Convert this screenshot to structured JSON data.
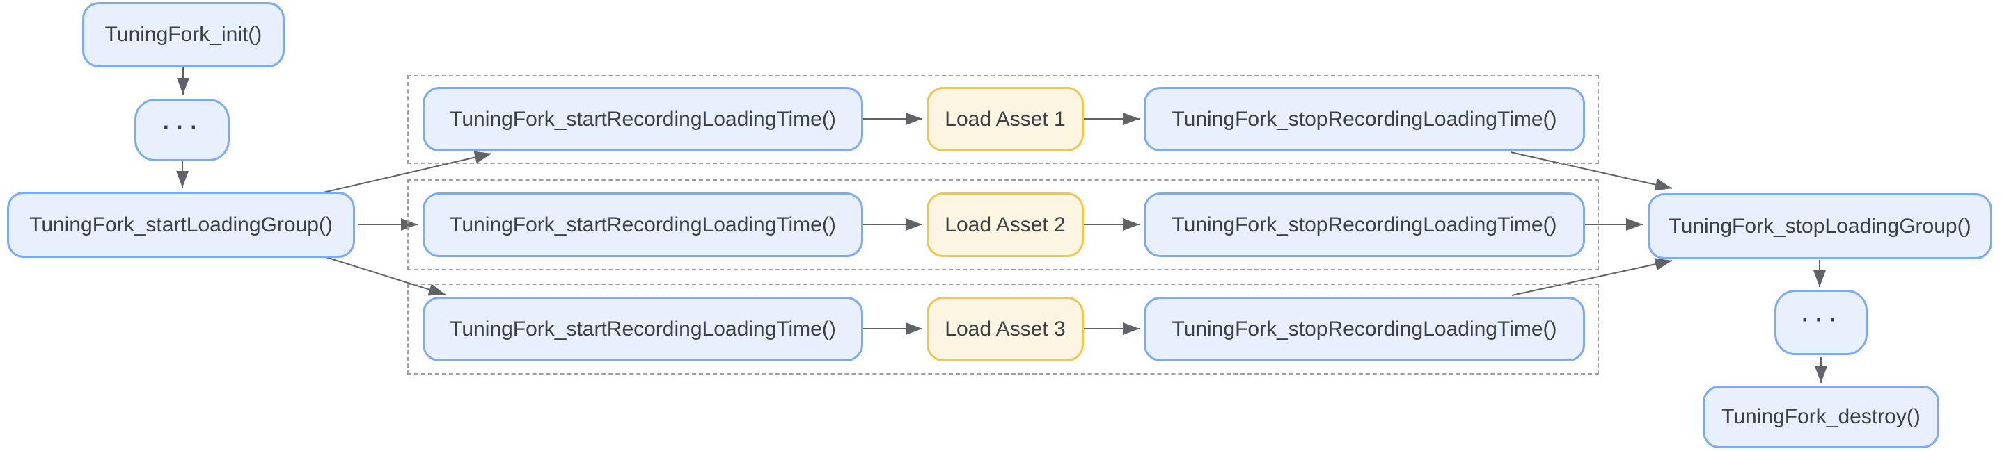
{
  "diagram": {
    "type": "flowchart",
    "nodes": {
      "init": {
        "label": "TuningFork_init()"
      },
      "ellipsis_top": {
        "label": "..."
      },
      "start_loading_group": {
        "label": "TuningFork_startLoadingGroup()"
      },
      "stop_loading_group": {
        "label": "TuningFork_stopLoadingGroup()"
      },
      "ellipsis_bottom": {
        "label": "..."
      },
      "destroy": {
        "label": "TuningFork_destroy()"
      }
    },
    "rows": [
      {
        "start": {
          "label": "TuningFork_startRecordingLoadingTime()"
        },
        "asset": {
          "label": "Load Asset 1"
        },
        "stop": {
          "label": "TuningFork_stopRecordingLoadingTime()"
        }
      },
      {
        "start": {
          "label": "TuningFork_startRecordingLoadingTime()"
        },
        "asset": {
          "label": "Load Asset 2"
        },
        "stop": {
          "label": "TuningFork_stopRecordingLoadingTime()"
        }
      },
      {
        "start": {
          "label": "TuningFork_startRecordingLoadingTime()"
        },
        "asset": {
          "label": "Load Asset 3"
        },
        "stop": {
          "label": "TuningFork_stopRecordingLoadingTime()"
        }
      }
    ],
    "edges": [
      "init -> ellipsis_top",
      "ellipsis_top -> start_loading_group",
      "start_loading_group -> row1.start",
      "start_loading_group -> row2.start",
      "start_loading_group -> row3.start",
      "row1.start -> row1.asset",
      "row1.asset -> row1.stop",
      "row2.start -> row2.asset",
      "row2.asset -> row2.stop",
      "row3.start -> row3.asset",
      "row3.asset -> row3.stop",
      "row1.stop -> stop_loading_group",
      "row2.stop -> stop_loading_group",
      "row3.stop -> stop_loading_group",
      "stop_loading_group -> ellipsis_bottom",
      "ellipsis_bottom -> destroy"
    ],
    "colors": {
      "function_node_fill": "#e8f0fe",
      "function_node_border": "#7baaf7",
      "asset_node_fill": "#fcf5e2",
      "asset_node_border": "#efc64f",
      "edge": "#616161",
      "arrowhead": "#5f6368",
      "group_border": "#9e9e9e",
      "text": "#3c4043",
      "background": "#ffffff"
    }
  }
}
